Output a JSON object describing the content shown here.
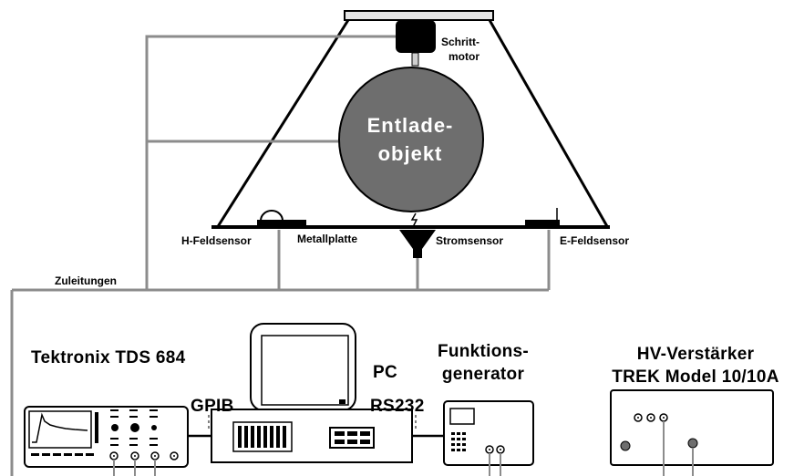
{
  "labels": {
    "motor_line1": "Schritt-",
    "motor_line2": "motor",
    "object_line1": "Entlade-",
    "object_line2": "objekt",
    "h_sensor": "H-Feldsensor",
    "metal_plate": "Metallplatte",
    "current_sensor": "Stromsensor",
    "e_sensor": "E-Feldsensor",
    "leads": "Zuleitungen",
    "oscilloscope": "Tektronix TDS 684",
    "pc": "PC",
    "gpib": "GPIB",
    "rs232": "RS232",
    "funcgen_line1": "Funktions-",
    "funcgen_line2": "generator",
    "hv_line1": "HV-Verstärker",
    "hv_line2": "TREK Model 10/10A"
  },
  "colors": {
    "sphere": "#6e6e6e",
    "wire": "#8c8c8c",
    "frame": "#000000",
    "motor": "#000000"
  }
}
